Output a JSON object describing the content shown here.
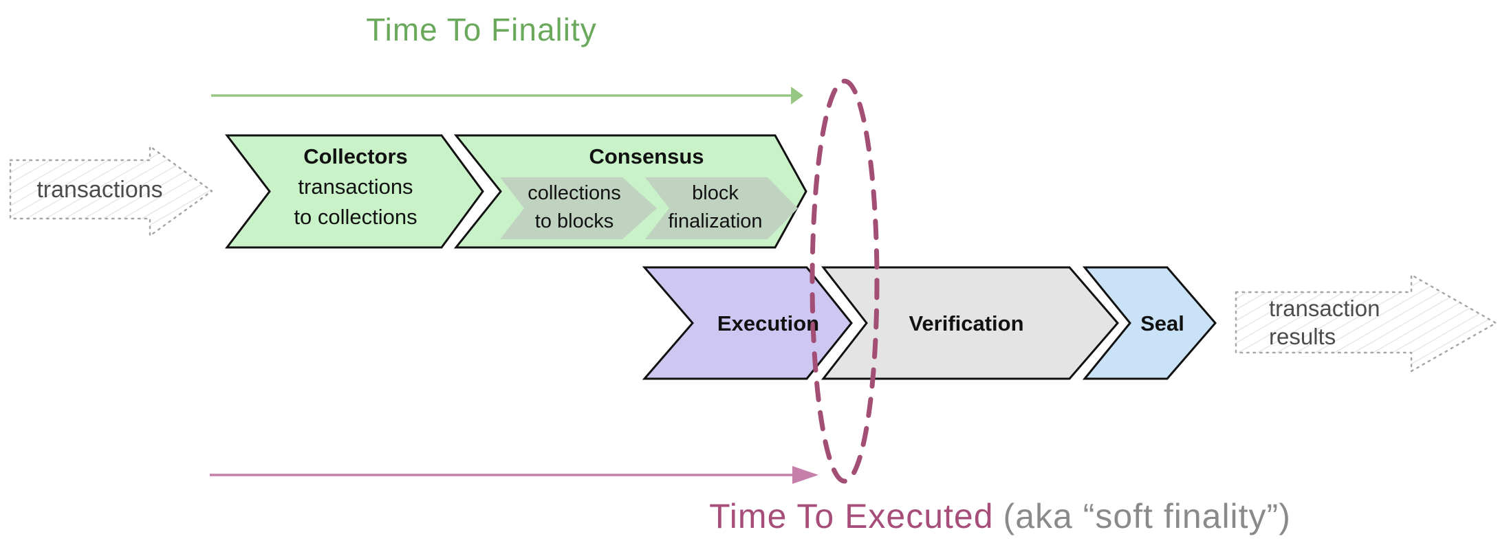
{
  "colors": {
    "finality_green": "#6aa85c",
    "arrow_green": "#97c783",
    "chevron_green": "#c9f2c9",
    "subchevron_green": "#c0d3c1",
    "execution_purple": "#cdc7f2",
    "verification_gray": "#e4e4e4",
    "seal_blue": "#c9e2f8",
    "outline_black": "#111111",
    "ellipse_puce": "#a34e74",
    "arrow_pink": "#c67fab",
    "executed_puce": "#a64d79",
    "suffix_gray": "#8a8a8a",
    "sketch_outline_gray": "#a6a6a6",
    "sketch_hatch_gray": "#e3e3e3"
  },
  "timeline_top": {
    "label": "Time To Finality"
  },
  "timeline_bottom": {
    "label": "Time To Executed",
    "suffix": "(aka “soft finality”)"
  },
  "input_arrow": {
    "label": "transactions"
  },
  "output_arrow": {
    "line1": "transaction",
    "line2": "results"
  },
  "stages": {
    "collectors": {
      "title": "Collectors",
      "line1": "transactions",
      "line2": "to collections"
    },
    "consensus": {
      "title": "Consensus",
      "sub1": {
        "line1": "collections",
        "line2": "to blocks"
      },
      "sub2": {
        "line1": "block",
        "line2": "finalization"
      }
    },
    "execution": {
      "title": "Execution"
    },
    "verification": {
      "title": "Verification"
    },
    "seal": {
      "title": "Seal"
    }
  }
}
